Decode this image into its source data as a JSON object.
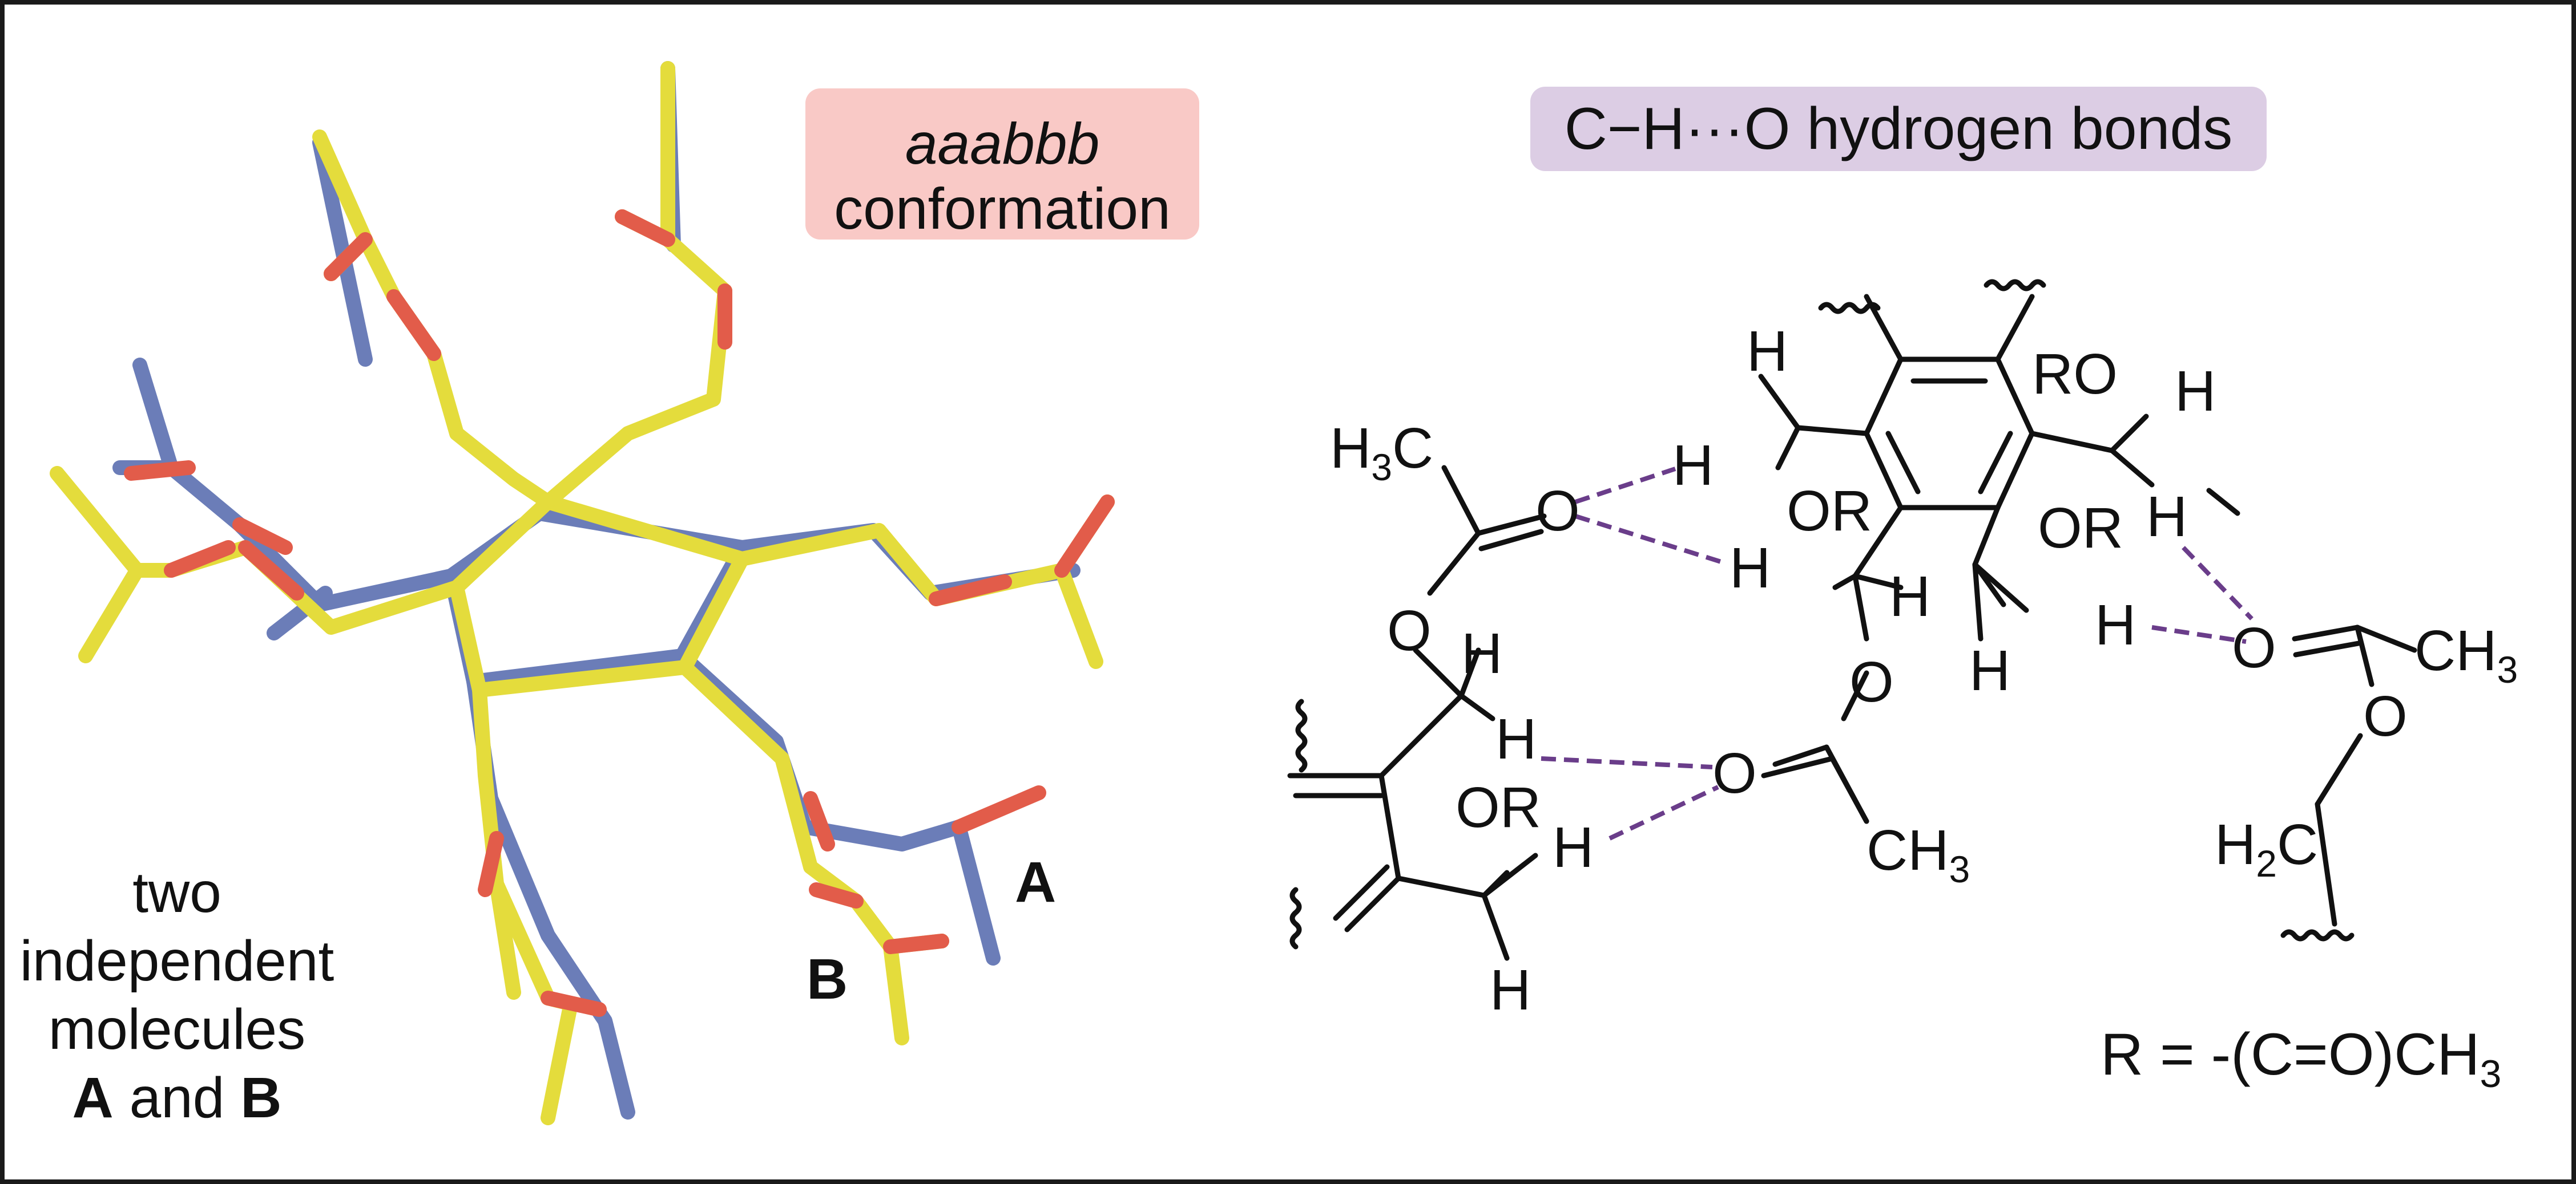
{
  "badges": {
    "conformation_italic": "aaabbb",
    "conformation_text": "conformation",
    "hbonds": "C−H···O hydrogen bonds"
  },
  "caption": {
    "line1": "two",
    "line2": "independent",
    "line3": "molecules",
    "mol_a": "A",
    "and": "and",
    "mol_b": "B"
  },
  "labels": {
    "a": "A",
    "b": "B"
  },
  "structure": {
    "h3c": "H3C",
    "r_definition": "R = -(C=O)CH3"
  },
  "colors": {
    "stick_a": "#6b7db8",
    "stick_b": "#e4dc3c",
    "oxygen": "#e25c4a",
    "hbond": "#6a3d8a",
    "badge_conformation": "#f9c9c6",
    "badge_hbonds": "#dccde4"
  }
}
